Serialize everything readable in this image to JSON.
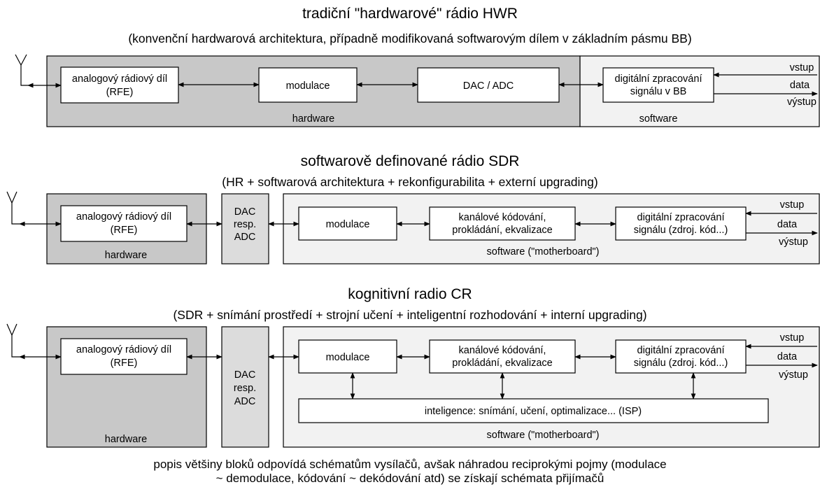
{
  "hwr": {
    "title": "tradiční \"hardwarové\" rádio HWR",
    "subtitle": "(konvenční hardwarová architektura,  případně modifikovaná softwarovým dílem v základním pásmu BB)",
    "rfe_l1": "analogový rádiový díl",
    "rfe_l2": "(RFE)",
    "modulace": "modulace",
    "dacadc": "DAC / ADC",
    "dsp_l1": "digitální zpracování",
    "dsp_l2": "signálu v  BB",
    "hardware": "hardware",
    "software": "software",
    "vstup": "vstup",
    "data": "data",
    "vystup": "výstup"
  },
  "sdr": {
    "title": "softwarově  definované rádio SDR",
    "subtitle": "(HR + softwarová architektura + rekonfigurabilita + externí upgrading)",
    "rfe_l1": "analogový rádiový díl",
    "rfe_l2": "(RFE)",
    "hardware": "hardware",
    "dac_l1": "DAC",
    "dac_l2": "resp.",
    "dac_l3": "ADC",
    "modulace": "modulace",
    "kan_l1": "kanálové kódování,",
    "kan_l2": "prokládání, ekvalizace",
    "dsp_l1": "digitální zpracování",
    "dsp_l2": "signálu (zdroj. kód...)",
    "software": "software (\"motherboard\")",
    "vstup": "vstup",
    "data": "data",
    "vystup": "výstup"
  },
  "cr": {
    "title": "kognitivní radio CR",
    "subtitle": "(SDR + snímání prostředí + strojní učení + inteligentní rozhodování + interní upgrading)",
    "rfe_l1": "analogový rádiový díl",
    "rfe_l2": "(RFE)",
    "hardware": "hardware",
    "dac_l1": "DAC",
    "dac_l2": "resp.",
    "dac_l3": "ADC",
    "modulace": "modulace",
    "kan_l1": "kanálové kódování,",
    "kan_l2": "prokládání, ekvalizace",
    "dsp_l1": "digitální zpracování",
    "dsp_l2": "signálu (zdroj. kód...)",
    "isp": "inteligence: snímání, učení, optimalizace... (ISP)",
    "software": "software (\"motherboard\")",
    "vstup": "vstup",
    "data": "data",
    "vystup": "výstup"
  },
  "footer": {
    "line1": "popis většiny bloků odpovídá schématům vysílačů, avšak náhradou reciprokými pojmy (modulace",
    "line2": "~ demodulace, kódování ~ dekódování atd) se získají schémata přijímačů"
  },
  "colors": {
    "hardware_fill": "#c8c8c8",
    "software_fill": "#f2f2f2",
    "dac_fill": "#dcdcdc",
    "block_fill": "#ffffff",
    "stroke": "#000000"
  }
}
